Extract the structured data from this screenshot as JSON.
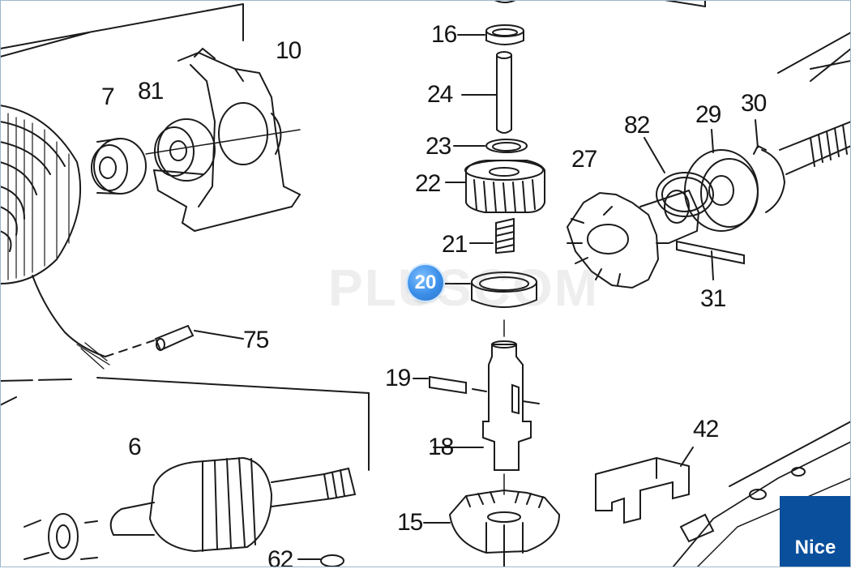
{
  "labels": {
    "l16": "16",
    "l24": "24",
    "l23": "23",
    "l22": "22",
    "l21": "21",
    "l19": "19",
    "l18": "18",
    "l15": "15",
    "l10": "10",
    "l81": "81",
    "l7": "7",
    "l75": "75",
    "l6": "6",
    "l62": "62",
    "l82": "82",
    "l29": "29",
    "l30": "30",
    "l27": "27",
    "l31": "31",
    "l42": "42"
  },
  "hotspot": {
    "number": "20",
    "color": "#3a8ee8"
  },
  "watermark": "PLUSCOM",
  "brand": {
    "name": "Nice",
    "color": "#0a4f9c"
  }
}
